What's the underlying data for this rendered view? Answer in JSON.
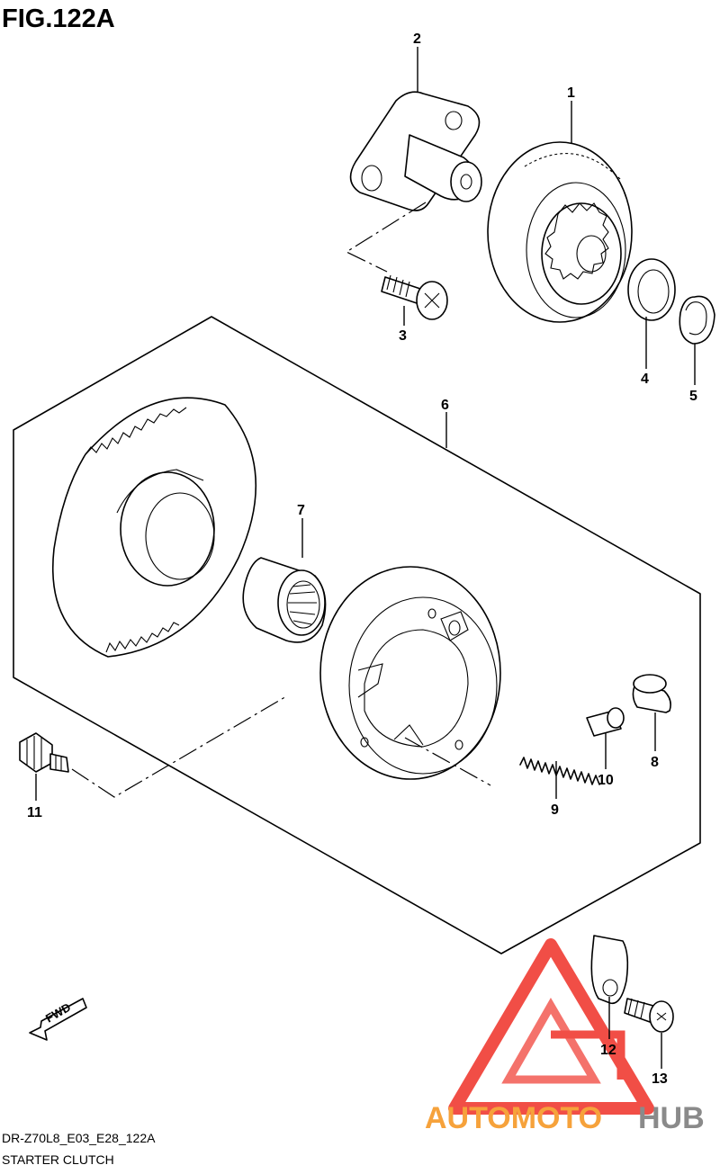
{
  "figure": {
    "title": "FIG.122A",
    "code": "DR-Z70L8_E03_E28_122A",
    "caption": "STARTER CLUTCH"
  },
  "fwd_label": "FWD",
  "watermark": {
    "part1": "AUTOMOTO",
    "part2": "HUB",
    "color_red": "#f03b32",
    "color_orange": "#f6a23b",
    "color_gray": "#8a8a8a"
  },
  "callouts": [
    {
      "id": "1",
      "text": "1"
    },
    {
      "id": "2",
      "text": "2"
    },
    {
      "id": "3",
      "text": "3"
    },
    {
      "id": "4",
      "text": "4"
    },
    {
      "id": "5",
      "text": "5"
    },
    {
      "id": "6",
      "text": "6"
    },
    {
      "id": "7",
      "text": "7"
    },
    {
      "id": "8",
      "text": "8"
    },
    {
      "id": "9",
      "text": "9"
    },
    {
      "id": "10",
      "text": "10"
    },
    {
      "id": "11",
      "text": "11"
    },
    {
      "id": "12",
      "text": "12"
    },
    {
      "id": "13",
      "text": "13"
    }
  ]
}
